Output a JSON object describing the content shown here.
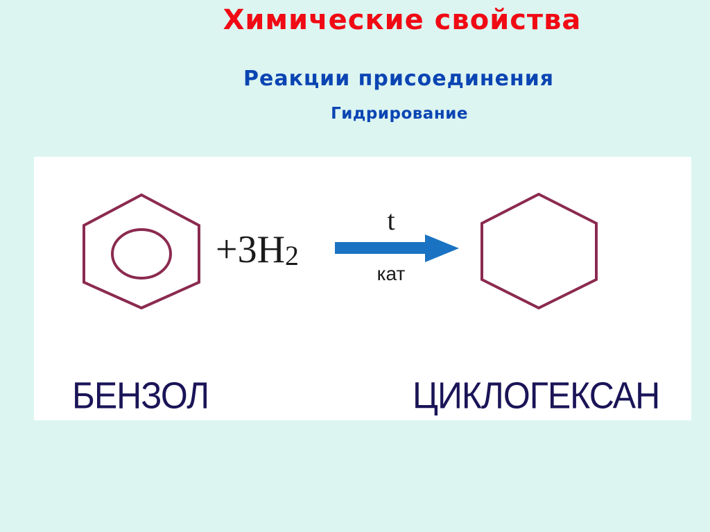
{
  "slide": {
    "title": "Химические свойства",
    "subtitle": "Реакции присоединения",
    "subsubtitle": "Гидрирование",
    "background_color": "#dcf5f1",
    "title_color": "#f00a14",
    "subtitle_color": "#0b45b3"
  },
  "reaction": {
    "reactant_name": "БЕНЗОЛ",
    "reagent": "+3H",
    "reagent_subscript": "2",
    "condition_above": "t",
    "condition_below": "кат",
    "product_name": "ЦИКЛОГЕКСАН",
    "ring_color": "#8b2a4f",
    "arrow_color": "#1a73c2",
    "icons": [
      "benzene-ring-icon",
      "reaction-arrow-icon",
      "cyclohexane-ring-icon"
    ]
  }
}
